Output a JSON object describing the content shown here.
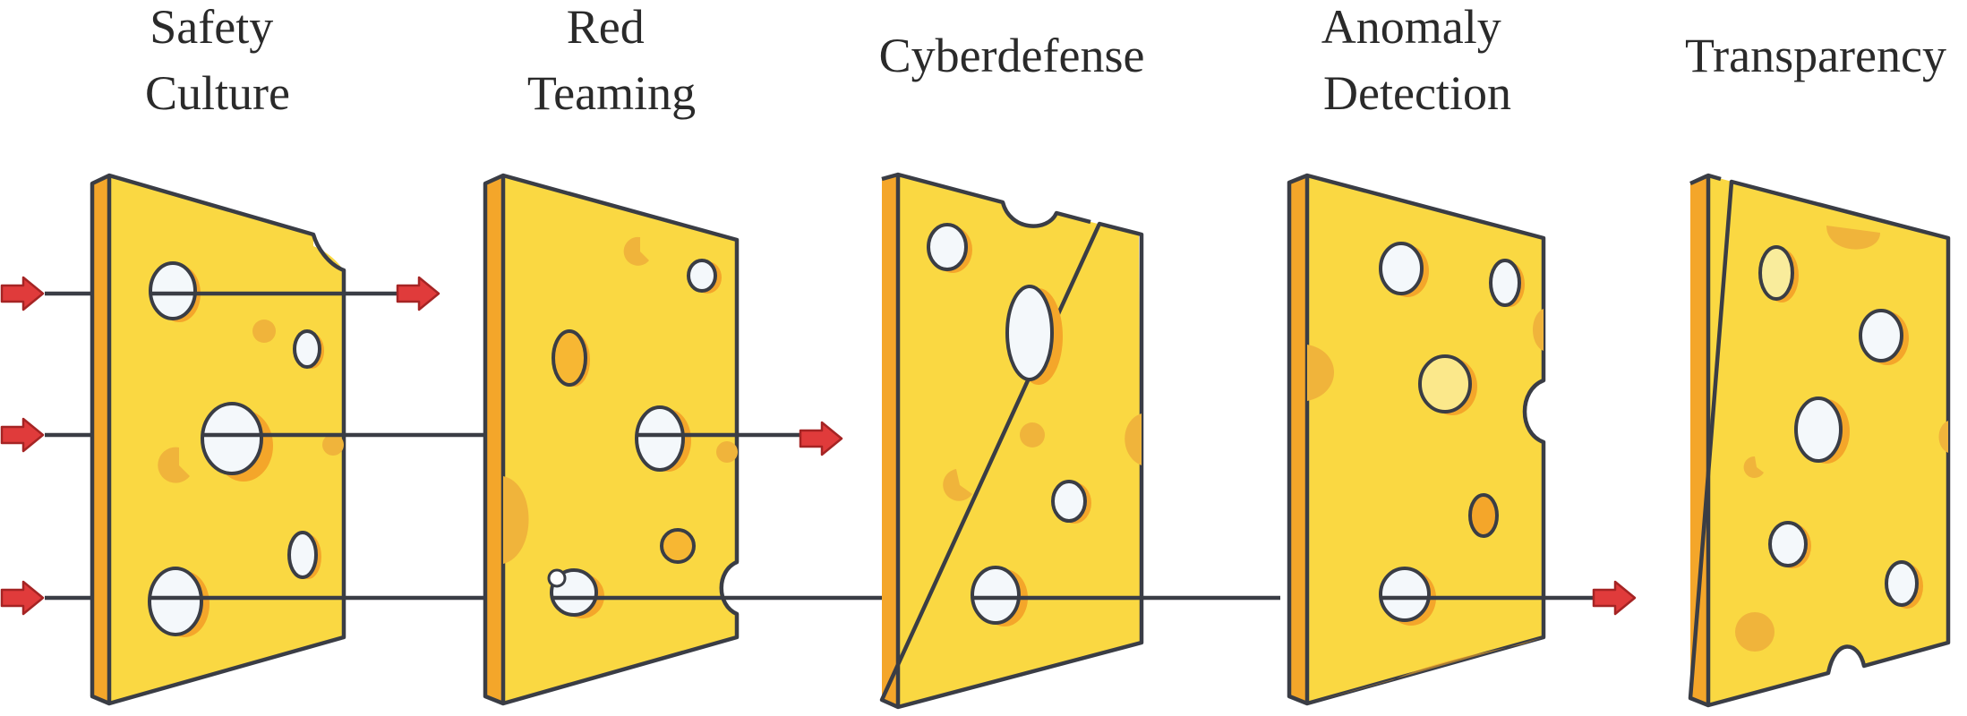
{
  "layers": [
    {
      "id": "safety-culture",
      "label_lines": [
        "Safety",
        "Culture"
      ]
    },
    {
      "id": "red-teaming",
      "label_lines": [
        "Red",
        "Teaming"
      ]
    },
    {
      "id": "cyberdefense",
      "label_lines": [
        "Cyberdefense"
      ]
    },
    {
      "id": "anomaly-detection",
      "label_lines": [
        "Anomaly",
        "Detection"
      ]
    },
    {
      "id": "transparency",
      "label_lines": [
        "Transparency"
      ]
    }
  ],
  "colors": {
    "cheese": "#fad842",
    "rind": "#f4a62a",
    "spot": "#f0b43b",
    "hole": "#f4f8fb",
    "ink": "#3a3d45",
    "arrow": "#e03b3b",
    "arrow_dark": "#a52424"
  },
  "icons": {
    "threat_arrow": "red-arrow-icon",
    "layer": "swiss-cheese-slice-icon"
  }
}
